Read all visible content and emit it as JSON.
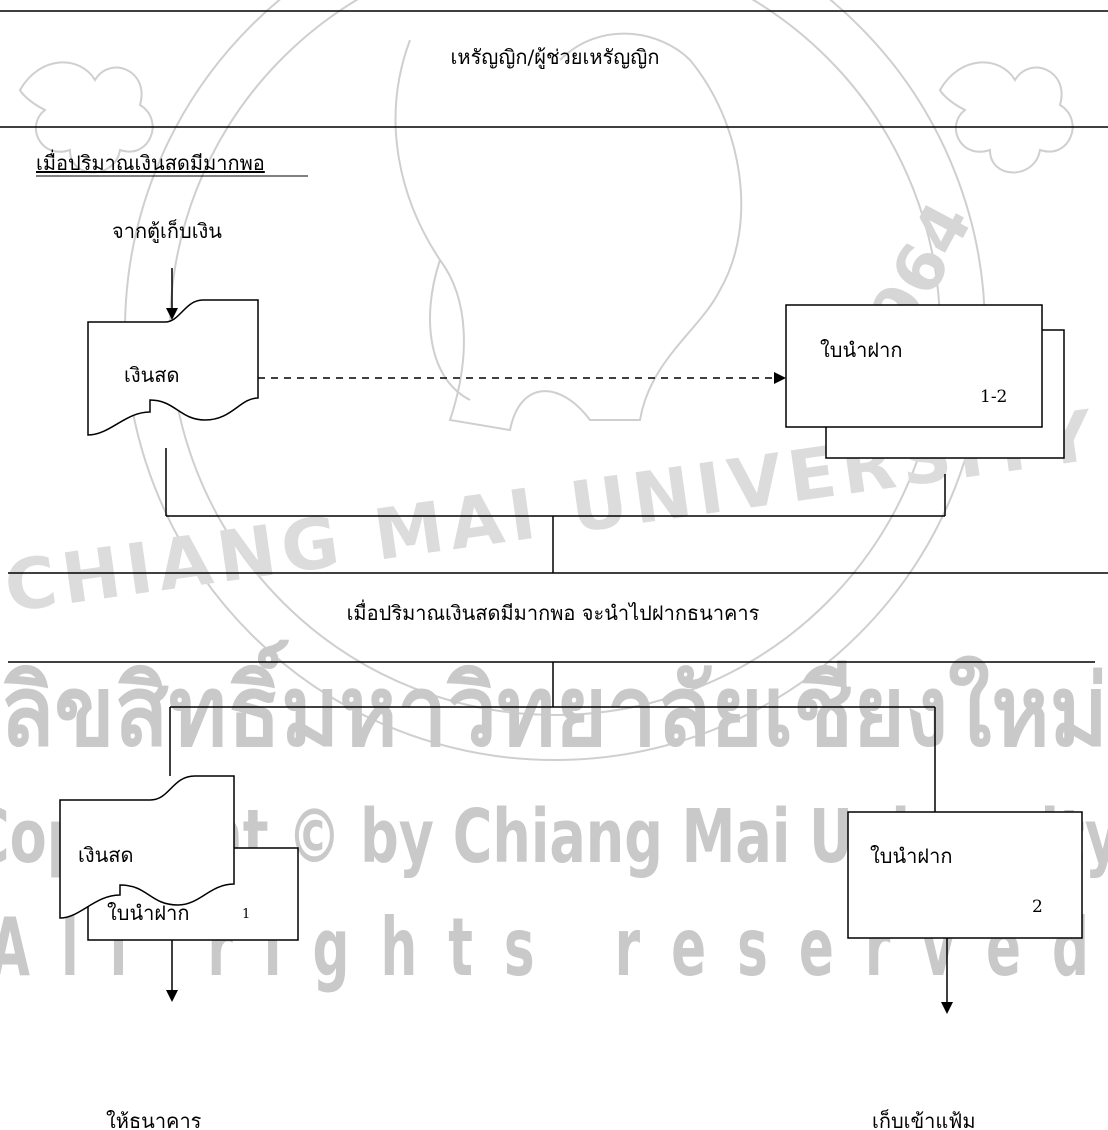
{
  "header": {
    "role": "เหรัญญิก/ผู้ช่วยเหรัญญิก"
  },
  "section1": {
    "condition": "เมื่อปริมาณเงินสดมีมากพอ",
    "source_label": "จากตู้เก็บเงิน",
    "cash_label": "เงินสด",
    "slip_label": "ใบนำฝาก",
    "slip_copies": "1-2"
  },
  "process": {
    "description": "เมื่อปริมาณเงินสดมีมากพอ จะนำไปฝากธนาคาร"
  },
  "section2": {
    "cash_label": "เงินสด",
    "slip_left_label": "ใบนำฝาก",
    "slip_left_copy": "1",
    "slip_right_label": "ใบนำฝาก",
    "slip_right_copy": "2",
    "dest_left": "ให้ธนาคาร",
    "dest_right": "เก็บเข้าแฟ้ม"
  },
  "watermark": {
    "university_thai": "ลิขสิทธิ์มหาวิทยาลัยเชียงใหม่",
    "copyright": "Copyright © by Chiang Mai University",
    "rights": "All rights reserved",
    "seal_text": "CHIANG MAI UNIVERSITY",
    "seal_year": "1964",
    "color": "#c9c9c9"
  }
}
